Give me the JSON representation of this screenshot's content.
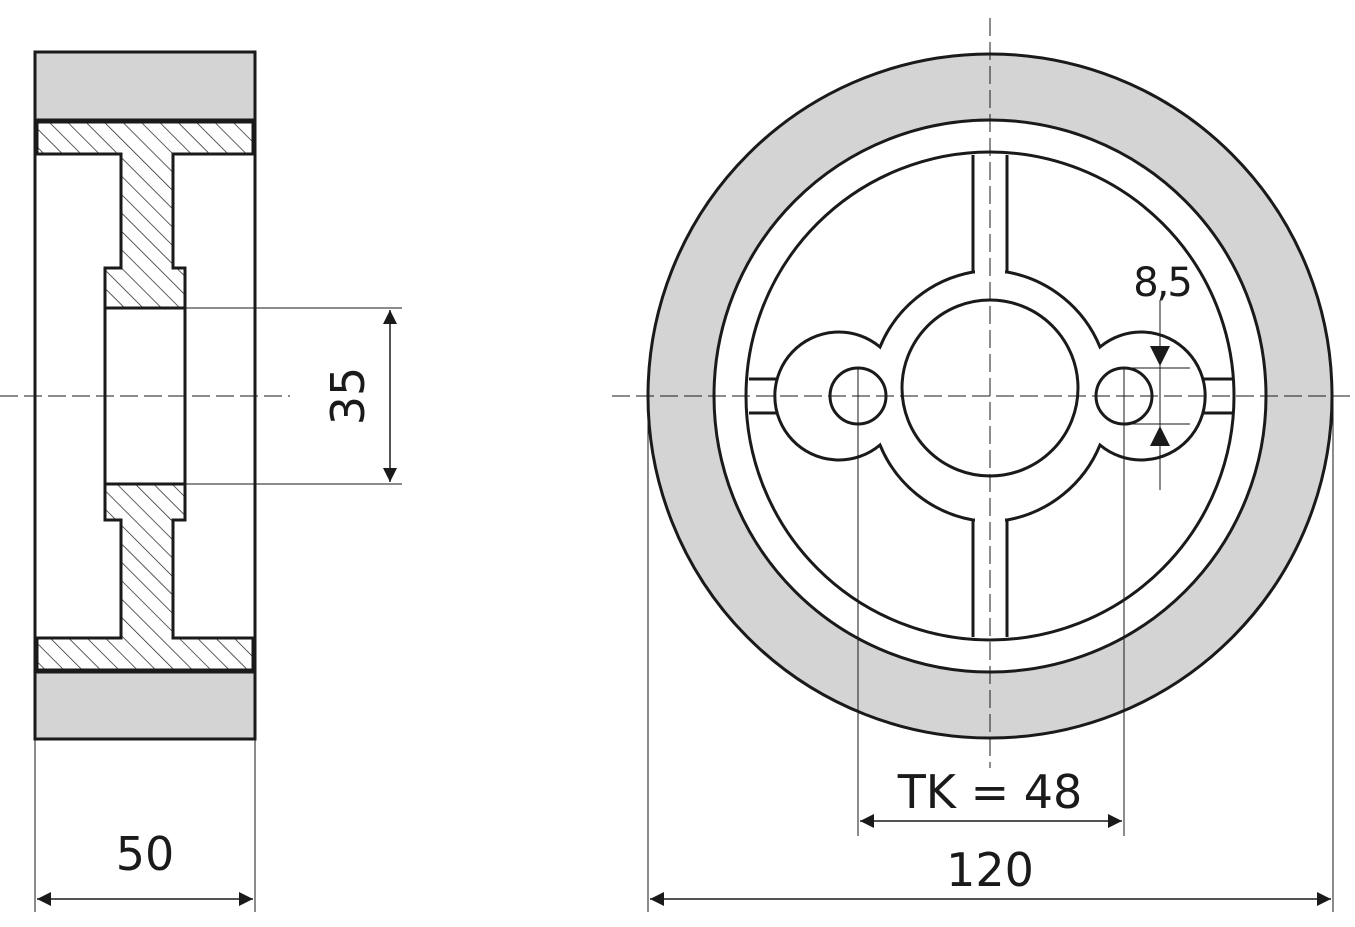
{
  "dimensions": {
    "width_label": "50",
    "bore_label": "35",
    "bolt_circle_label": "TK = 48",
    "outer_diameter_label": "120",
    "hole_diameter_label": "8,5"
  },
  "colors": {
    "tread": "#d4d4d4",
    "line": "#1a1a1a",
    "background": "#ffffff"
  }
}
